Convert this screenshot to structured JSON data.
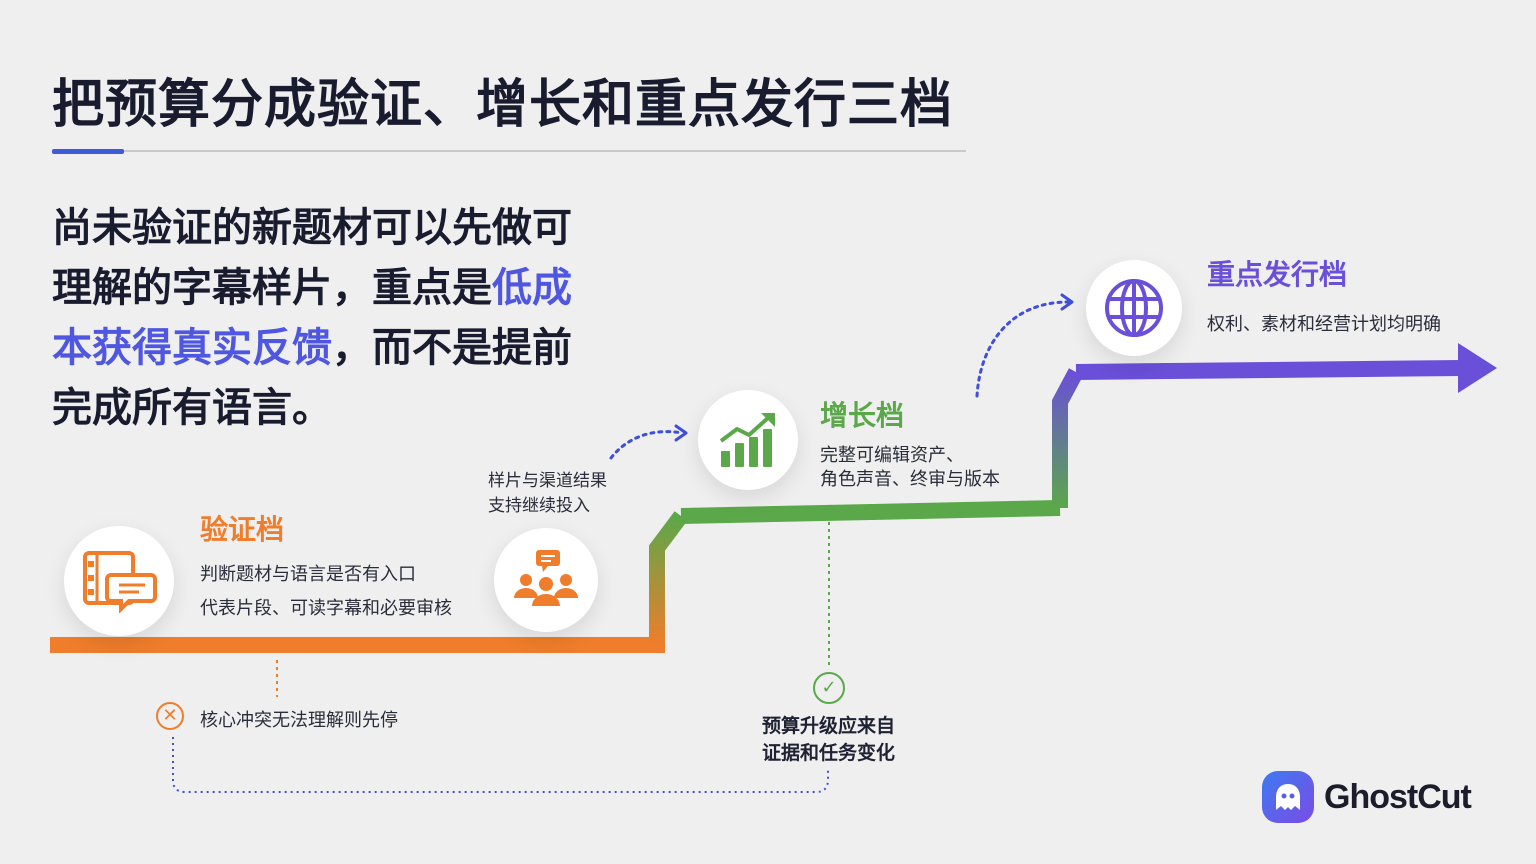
{
  "title": "把预算分成验证、增长和重点发行三档",
  "lead": {
    "part1": "尚未验证的新题材可以先做可理解的字幕样片，重点是",
    "highlight": "低成本获得真实反馈",
    "part2": "，而不是提前完成所有语言。"
  },
  "steps": {
    "verify": {
      "title": "验证档",
      "lines": [
        "判断题材与语言是否有入口",
        "代表片段、可读字幕和必要审核"
      ],
      "color": "#ef7d2b",
      "icon": "subtitle-film-icon"
    },
    "growth": {
      "title": "增长档",
      "lines": [
        "完整可编辑资产、",
        "角色声音、终审与版本"
      ],
      "color": "#5ba84a",
      "icon": "growth-chart-icon"
    },
    "release": {
      "title": "重点发行档",
      "lines": [
        "权利、素材和经营计划均明确"
      ],
      "color": "#6a4fd8",
      "icon": "globe-icon"
    }
  },
  "feedback_note": [
    "样片与渠道结果",
    "支持继续投入"
  ],
  "feedback_icon": "audience-icon",
  "stop_note": "核心冲突无法理解则先停",
  "upgrade_note": [
    "预算升级应来自",
    "证据和任务变化"
  ],
  "brand": {
    "name": "GhostCut",
    "icon": "ghost-icon"
  }
}
